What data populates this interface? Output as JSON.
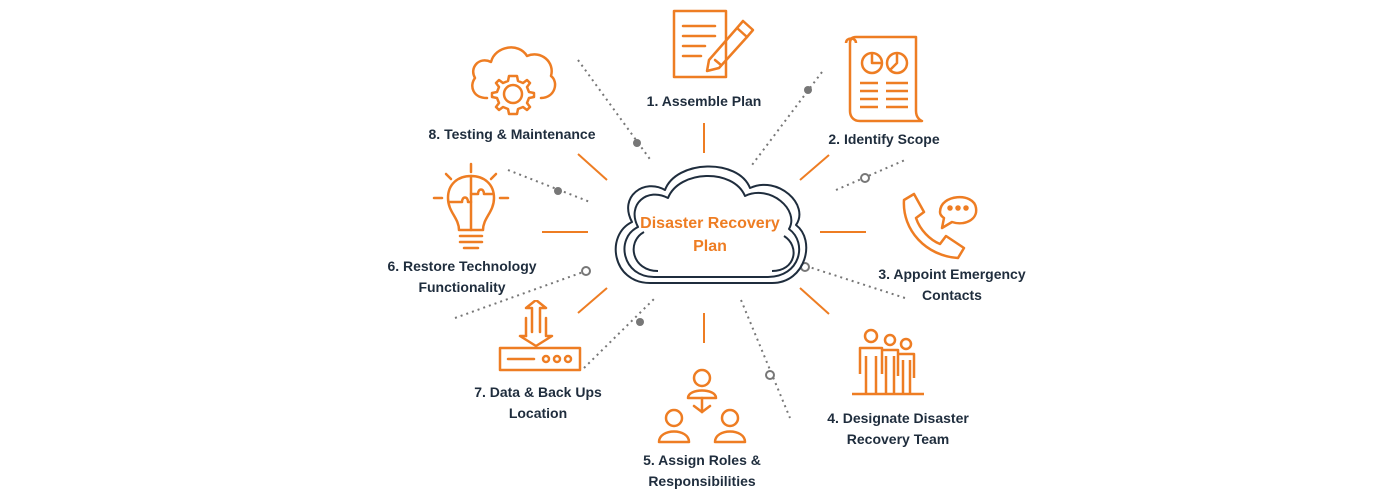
{
  "center": {
    "title_line1": "Disaster Recovery",
    "title_line2": "Plan"
  },
  "steps": [
    {
      "line1": "1. Assemble Plan",
      "line2": "",
      "icon": "document-pen-icon"
    },
    {
      "line1": "2. Identify Scope",
      "line2": "",
      "icon": "report-scroll-icon"
    },
    {
      "line1": "3. Appoint Emergency",
      "line2": "Contacts",
      "icon": "phone-chat-icon"
    },
    {
      "line1": "4. Designate Disaster",
      "line2": "Recovery Team",
      "icon": "team-people-icon"
    },
    {
      "line1": "5. Assign Roles &",
      "line2": "Responsibilities",
      "icon": "hierarchy-people-icon"
    },
    {
      "line1": "6. Restore Technology",
      "line2": "Functionality",
      "icon": "lightbulb-puzzle-icon"
    },
    {
      "line1": "7. Data & Back Ups",
      "line2": "Location",
      "icon": "server-transfer-icon"
    },
    {
      "line1": "8. Testing & Maintenance",
      "line2": "",
      "icon": "cloud-gear-icon"
    }
  ],
  "colors": {
    "accent": "#ee7d23",
    "dark": "#1f2d3d",
    "dots": "#777777"
  }
}
